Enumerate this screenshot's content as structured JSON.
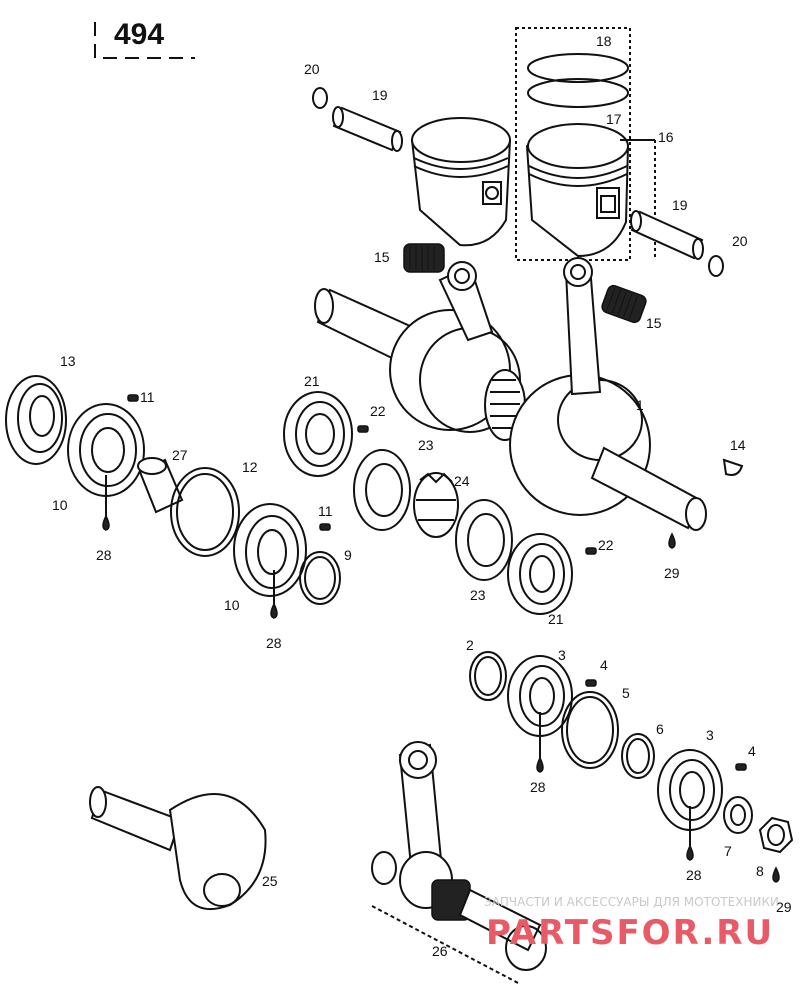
{
  "page": {
    "number": "494"
  },
  "callouts": [
    {
      "id": "c20a",
      "text": "20"
    },
    {
      "id": "c19a",
      "text": "19"
    },
    {
      "id": "c18",
      "text": "18"
    },
    {
      "id": "c17",
      "text": "17"
    },
    {
      "id": "c16",
      "text": "16"
    },
    {
      "id": "c19b",
      "text": "19"
    },
    {
      "id": "c20b",
      "text": "20"
    },
    {
      "id": "c15a",
      "text": "15"
    },
    {
      "id": "c15b",
      "text": "15"
    },
    {
      "id": "c13",
      "text": "13"
    },
    {
      "id": "c11a",
      "text": "11"
    },
    {
      "id": "c21a",
      "text": "21"
    },
    {
      "id": "c22a",
      "text": "22"
    },
    {
      "id": "c1",
      "text": "1"
    },
    {
      "id": "c27",
      "text": "27"
    },
    {
      "id": "c12",
      "text": "12"
    },
    {
      "id": "c23a",
      "text": "23"
    },
    {
      "id": "c14",
      "text": "14"
    },
    {
      "id": "c24",
      "text": "24"
    },
    {
      "id": "c10a",
      "text": "10"
    },
    {
      "id": "c28a",
      "text": "28"
    },
    {
      "id": "c11b",
      "text": "11"
    },
    {
      "id": "c9",
      "text": "9"
    },
    {
      "id": "c29a",
      "text": "29"
    },
    {
      "id": "c22b",
      "text": "22"
    },
    {
      "id": "c23b",
      "text": "23"
    },
    {
      "id": "c21b",
      "text": "21"
    },
    {
      "id": "c10b",
      "text": "10"
    },
    {
      "id": "c28b",
      "text": "28"
    },
    {
      "id": "c2",
      "text": "2"
    },
    {
      "id": "c3a",
      "text": "3"
    },
    {
      "id": "c4a",
      "text": "4"
    },
    {
      "id": "c5",
      "text": "5"
    },
    {
      "id": "c6",
      "text": "6"
    },
    {
      "id": "c3b",
      "text": "3"
    },
    {
      "id": "c4b",
      "text": "4"
    },
    {
      "id": "c28c",
      "text": "28"
    },
    {
      "id": "c25",
      "text": "25"
    },
    {
      "id": "c7",
      "text": "7"
    },
    {
      "id": "c28d",
      "text": "28"
    },
    {
      "id": "c8",
      "text": "8"
    },
    {
      "id": "c29b",
      "text": "29"
    },
    {
      "id": "c26",
      "text": "26"
    }
  ],
  "watermark": {
    "tagline": "ЗАПЧАСТИ И АКСЕССУАРЫ ДЛЯ МОТОТЕХНИКИ",
    "brand": "PARTSFOR.RU",
    "color": "#e85a66"
  }
}
